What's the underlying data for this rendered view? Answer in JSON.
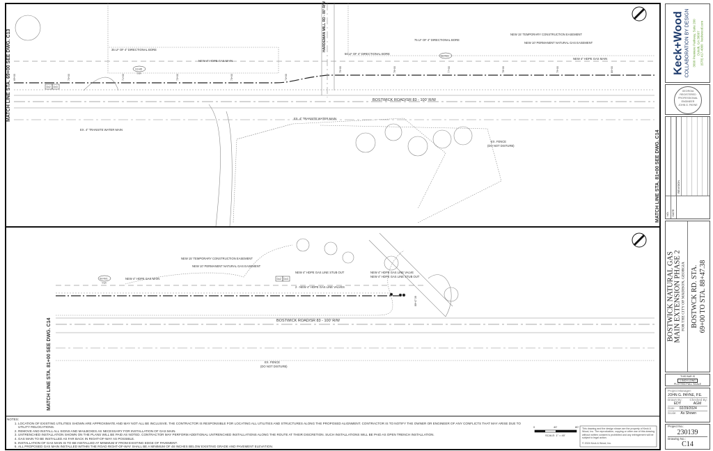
{
  "top_plan": {
    "match_line_left": "MATCH LINE STA. 69+00 SEE DWG. C13",
    "match_line_right": "MATCH LINE STA. 81+00 SEE DWG. C14",
    "cross_road": "HARDEMAN MILL RD - 80' R/W",
    "road": "BOSTWICK ROAD/SR 83 - 100' R/W",
    "labels": {
      "bore1": "35 LF OF 4\" DIRECTIONAL BORE",
      "gas_main1": "NEW 4\" HDPE GAS MAIN",
      "detail1": "Cd-H5",
      "typ": "TYP.",
      "bore2": "50 LF OF 4\" DIRECTIONAL BORE",
      "bore3": "75 LF OF 4\" DIRECTIONAL BORE",
      "detail2": "Sd-Nn1",
      "temp_easement": "NEW 15' TEMPORARY CONSTRUCTION EASEMENT",
      "perm_easement": "NEW 10' PERMANENT NATURAL GAS EASEMENT",
      "gas_main2": "NEW 4\" HDPE GAS MAIN",
      "water_main1": "EX. 4\" TRANSITE WATER MAIN",
      "water_main2": "EX. 4\" TRANSITE WATER MAIN",
      "fence": "EX. FENCE",
      "fence_note": "(DO NOT DISTURB)",
      "dx2": "Dx2",
      "dx3": "Dx3"
    },
    "stations": [
      "69+00",
      "70+00",
      "71+00",
      "72+00",
      "73+00",
      "74+00",
      "75+00",
      "76+00",
      "77+00",
      "78+00",
      "79+00",
      "80+00"
    ]
  },
  "bottom_plan": {
    "match_line_left": "MATCH LINE STA. 81+00 SEE DWG. C14",
    "road": "BOSTWICK ROAD/SR 83 - 100' R/W",
    "end_station": "88+47.38",
    "labels": {
      "detail": "Sd-Nn1",
      "typ": "TYP.",
      "gas_main": "NEW 4\" HDPE GAS MAIN",
      "temp_easement": "NEW 15' TEMPORARY CONSTRUCTION EASEMENT",
      "perm_easement": "NEW 10' PERMANENT NATURAL GAS EASEMENT",
      "stub_out1": "NEW 4\" HDPE GAS LINE STUB OUT",
      "valves": "2 - NEW 4\" HDPE GAS LINE VALVES",
      "valve": "NEW 4\" HDPE GAS LINE VALVE",
      "stub_out2": "NEW 4\" HDPE GAS LINE STUB OUT",
      "fence": "EX. FENCE",
      "fence_note": "(DO NOT DISTURB)",
      "dx2": "Dx2",
      "dx3": "Dx3"
    }
  },
  "notes": {
    "title": "NOTES:",
    "items": [
      "LOCATION OF EXISTING UTILITIES SHOWN ARE APPROXIMATE AND MAY NOT ALL BE INCLUSIVE. THE CONTRACTOR IS RESPONSIBLE FOR LOCATING ALL UTILITIES AND STRUCTURES ALONG THE PROPOSED ALIGNMENT. CONTRACTOR IS TO NOTIFY THE OWNER OR ENGINEER OF ANY CONFLICTS THAT MAY ARISE DUE TO UTILITY RELOCATIONS.",
      "REMOVE AND INSTALL ALL SIGNS AND MAILBOXES AS NECESSARY FOR INSTALLATION OF GAS MAIN.",
      "UNTRENCHED INSTALLATION SHOWN ON THE PLANS WILL BE PAID AS NOTED. CONTRACTOR MAY PERFORM ADDITIONAL UNTRENCHED INSTALLATIONS ALONG THE ROUTE AT THEIR DISCRETION. SUCH INSTALLATIONS WILL BE PAID AS OPEN TRENCH INSTALLATION.",
      "GAS MAIN TO BE INSTALLED AS FAR BACK IN RIGHT-OF-WAY AS POSSIBLE.",
      "INSTALLATION OF GAS MAIN IS TO BE INSTALLED AT MINIMUM 8' FROM EXISTING EDGE OF PAVEMENT.",
      "ALL PROPOSED GAS MAIN INSTALLED WITHIN THE ROAD RIGHT-OF-WAY SHALL BE A MINIMUM OF 48 INCHES BELOW EXISTING GRADE AND PAVEMENT ELEVATION."
    ]
  },
  "scale": {
    "ticks": [
      "0",
      "40'",
      "80'"
    ],
    "label": "SCALE: 1\" = 40'"
  },
  "copyright": {
    "text": "This drawing and the design shown are the property of Keck & Wood, Inc. The reproduction, copying or other use of this drawing without written consent is prohibited and any infringement will be subject to legal action.",
    "line": "© 2024 Keck & Wood, Inc."
  },
  "title_block": {
    "logo": "Keck+Wood",
    "tagline": "COLLABORATION BY DESIGN",
    "address1": "3090 Premiere Parkway, Suite 200",
    "address2": "Duluth, GA 30097",
    "phone": "(678) 417-4000",
    "web": "keckwood.com",
    "seal": {
      "state": "GEORGIA",
      "line1": "REGISTERED",
      "line2": "PROFESSIONAL",
      "line3": "ENGINEER",
      "name": "JOHN G. PAYNE"
    },
    "revision_headers": [
      "NO.",
      "DATE",
      "REVISION"
    ],
    "project_title": [
      "BOSTWICK NATURAL GAS",
      "MAIN EXTENSION PHASE 2"
    ],
    "client": "FOR THE CITY OF MADISON, GEORGIA",
    "sheet_title": [
      "BOSTWCK RD. STA.",
      "69+00 TO STA. 88+47.38"
    ],
    "bar": [
      "THIS BAR IS",
      "1 INCH LONG",
      "PLOTTED FULL SCALE"
    ],
    "pm_label": "Project Manager:",
    "pm": "JOHN G. PAYNE, P.E.",
    "drawn_label": "Drawn By:",
    "drawn": "EDY",
    "checked_label": "Checked By:",
    "checked": "AGM",
    "date_label": "Date:",
    "date": "02/29/2024",
    "scale_label": "Scale:",
    "scale": "As Shown",
    "project_no_label": "Project No.:",
    "project_no": "230139",
    "drawing_no_label": "Drawing No.:",
    "drawing_no": "C14"
  }
}
